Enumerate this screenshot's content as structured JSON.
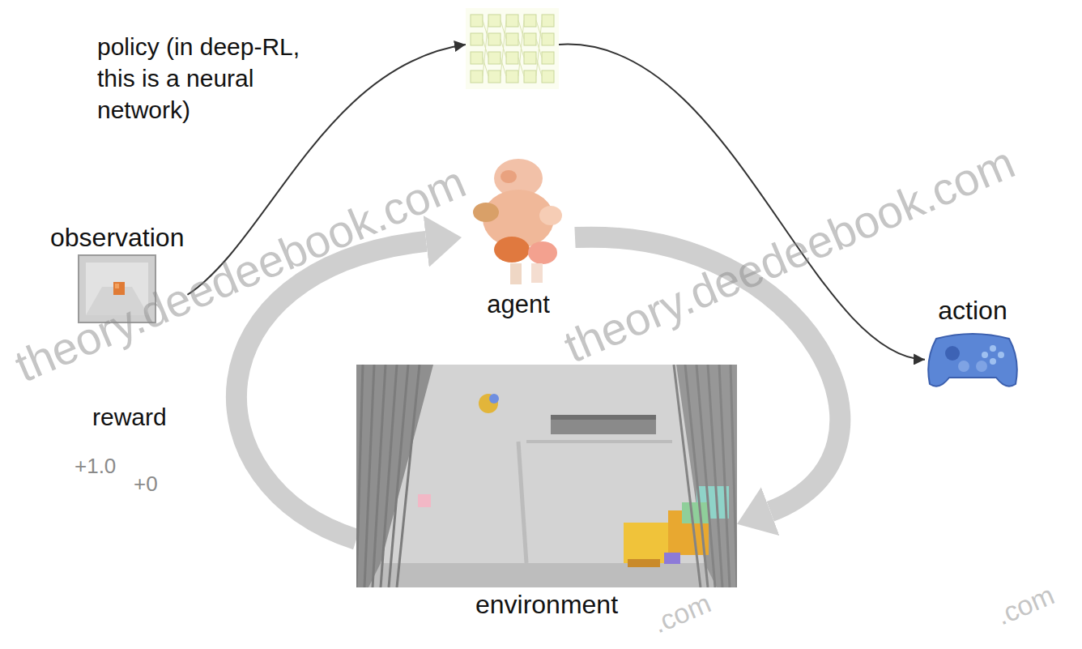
{
  "diagram": {
    "nodes": [
      {
        "text": [
          "policy (in deep-RL, this is a neural network)"
        ]
      },
      {
        "text": [
          "agent"
        ]
      },
      {
        "text": [
          "observation"
        ]
      },
      {
        "text": [
          "action"
        ]
      },
      {
        "text": [
          "environment"
        ]
      }
    ],
    "edges": [
      {
        "from": 2,
        "to": 0,
        "arrow": "to"
      },
      {
        "from": 0,
        "to": 3,
        "arrow": "to"
      },
      {
        "from": 1,
        "to": 4,
        "arrow": "to"
      },
      {
        "from": 4,
        "to": 1,
        "label": "reward",
        "arrow": "to"
      }
    ],
    "labels": [
      "+1.0",
      "+0",
      "theory.deedeebook.com",
      "theory.deedeebook.com",
      ".com",
      ".com"
    ]
  }
}
